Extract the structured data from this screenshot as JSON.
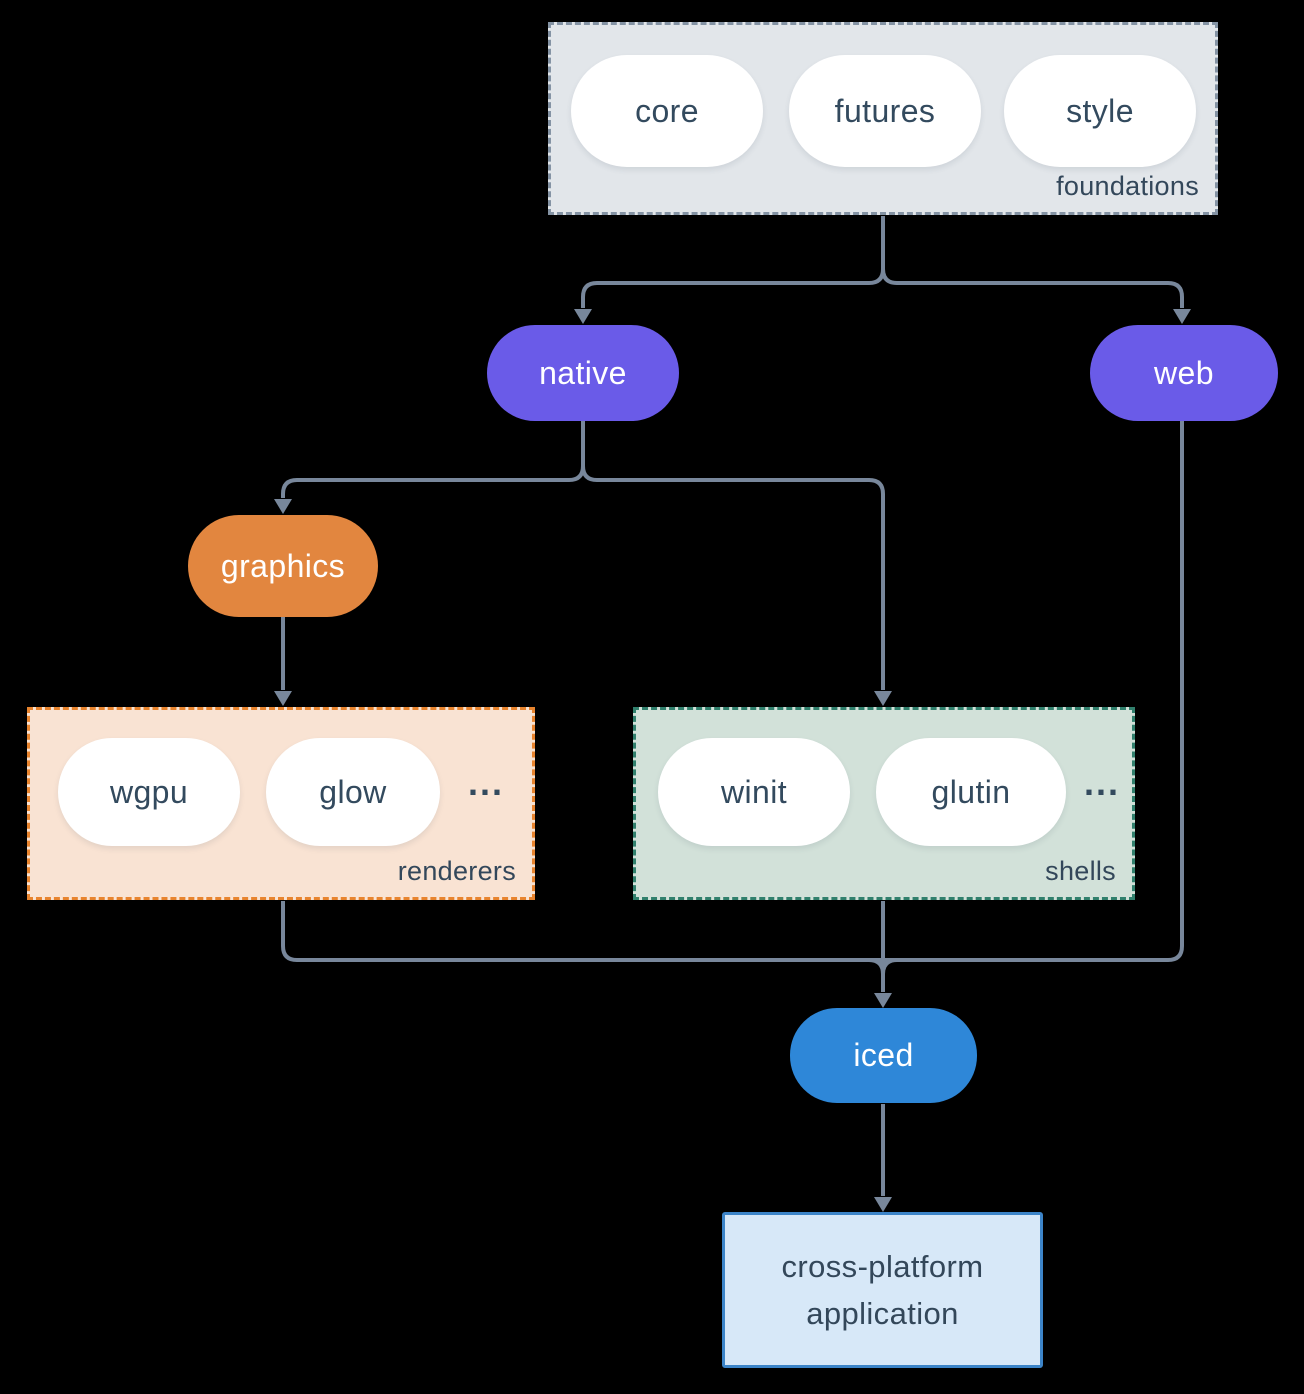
{
  "diagram": {
    "foundations": {
      "label": "foundations",
      "pills": [
        "core",
        "futures",
        "style"
      ]
    },
    "native": {
      "label": "native"
    },
    "web": {
      "label": "web"
    },
    "graphics": {
      "label": "graphics"
    },
    "renderers": {
      "label": "renderers",
      "pills": [
        "wgpu",
        "glow"
      ],
      "ellipsis": "..."
    },
    "shells": {
      "label": "shells",
      "pills": [
        "winit",
        "glutin"
      ],
      "ellipsis": "..."
    },
    "iced": {
      "label": "iced"
    },
    "app": {
      "label_line1": "cross-platform",
      "label_line2": "application"
    }
  },
  "colors": {
    "background": "#000000",
    "connector": "#78879b",
    "foundations_fill": "#e2e6ea",
    "foundations_border": "#8493a4",
    "node_fill_white": "#ffffff",
    "pill_text": "#334a5e",
    "label_text": "#33475a",
    "white_text": "#ffffff",
    "purple": "#6a5be8",
    "orange": "#e2863f",
    "blue": "#2e87d8",
    "renderers_fill": "#f9e3d3",
    "renderers_border": "#e8842e",
    "shells_fill": "#d2e1d9",
    "shells_border": "#31806d",
    "app_fill": "#d7e8f8",
    "app_border": "#3c84c8"
  }
}
